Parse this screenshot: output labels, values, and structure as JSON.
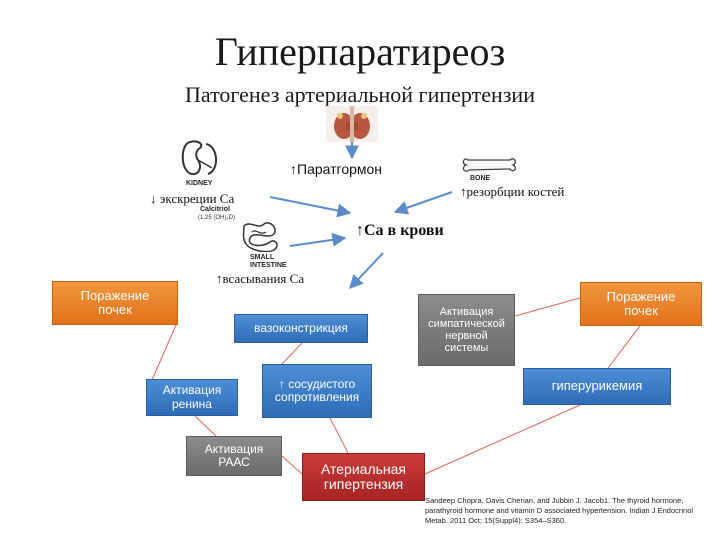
{
  "title": "Гиперпаратиреоз",
  "subtitle": "Патогенез артериальной гипертензии",
  "labels": {
    "pth": "↑Паратгормон",
    "kidney": "KIDNEY",
    "calc_excretion": "↓ экскреции Ca",
    "calcitriol": "Calcitriol",
    "calcitriol_formula": "(1,25 (OH)₂D)",
    "bone": "BONE",
    "bone_resorption": "↑резорбции костей",
    "blood_ca": "↑Ca в крови",
    "intestine": "SMALL INTESTINE",
    "absorption": "↑всасывания Ca"
  },
  "boxes": {
    "kidney_damage_left": "Поражение почек",
    "kidney_damage_right": "Поражение почек",
    "vasoconstriction": "вазоконстрикция",
    "sympathetic": "Активация симпатической нервной системы",
    "renin": "Активация ренина",
    "vascular_resistance": "↑ сосудистого сопротивления",
    "hyperuricemia": "гиперурикемия",
    "raas": "Активация РААС",
    "hypertension": "Атериальная гипертензия"
  },
  "citation": "Sandeep Chopra, Davis Cherian, and Jubbin J. Jacob1. The thyroid hormone, parathyroid hormone and vitamin D associated hypertension. Indian J Endocrinol Metab. 2011 Oct; 15(Suppl4): S354–S360.",
  "icons": [
    "parathyroid-gland-icon",
    "kidney-icon",
    "bone-icon",
    "small-intestine-icon"
  ],
  "colors": {
    "orange": "#e8832a",
    "blue": "#3a7bc8",
    "gray": "#7a7a7a",
    "red": "#b82e2e",
    "arrow": "#5b8bc9",
    "line": "#d9695f"
  }
}
